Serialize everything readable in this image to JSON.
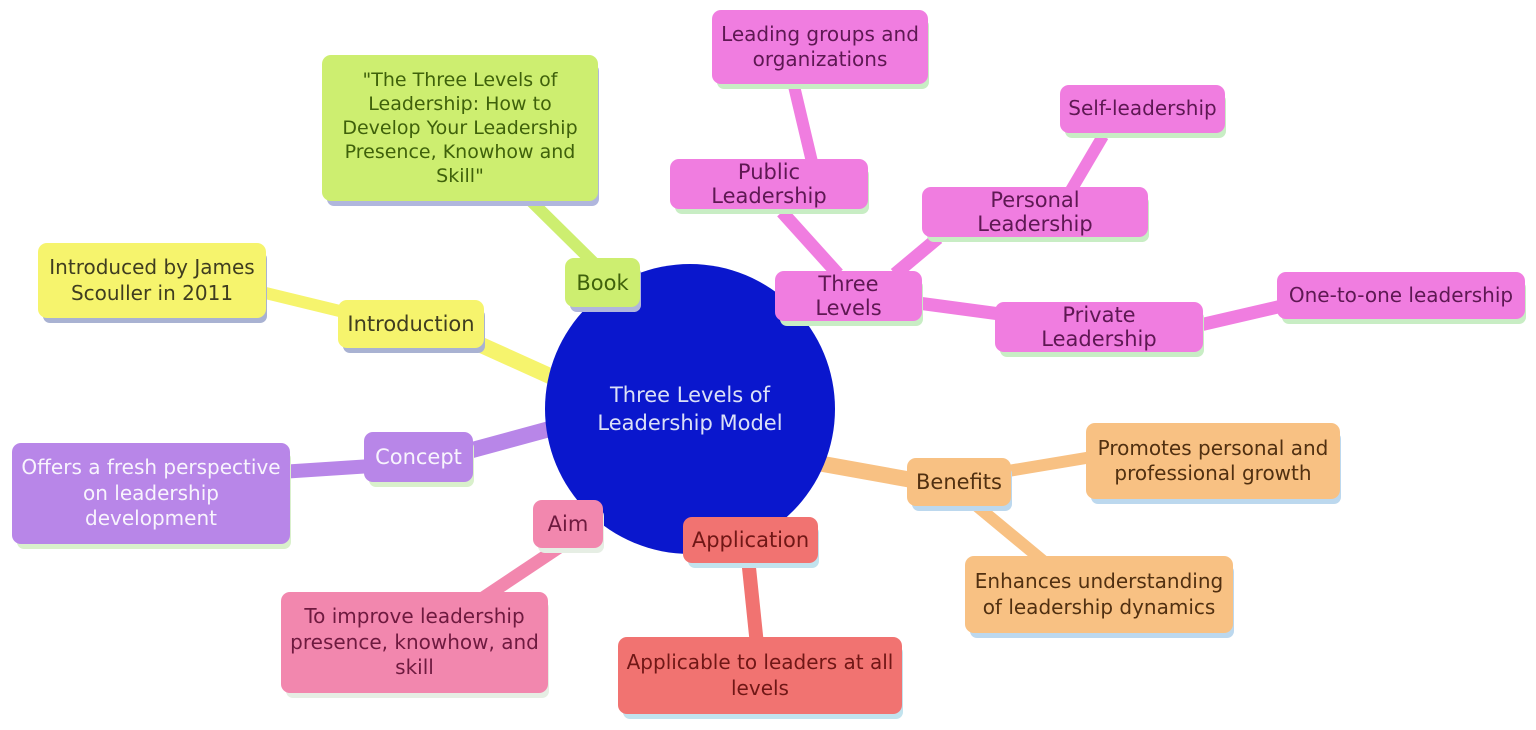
{
  "diagram": {
    "center": {
      "label": "Three Levels of Leadership Model"
    },
    "branches": {
      "book": {
        "label": "Book",
        "color": "#cdee70",
        "detail": "\"The Three Levels of Leadership: How to Develop Your Leadership Presence, Knowhow and Skill\""
      },
      "introduction": {
        "label": "Introduction",
        "color": "#f6f46d",
        "detail": "Introduced by James Scouller in 2011"
      },
      "concept": {
        "label": "Concept",
        "color": "#b886e8",
        "detail": "Offers a fresh perspective on leadership development"
      },
      "aim": {
        "label": "Aim",
        "color": "#f287ae",
        "detail": "To improve leadership presence, knowhow, and skill"
      },
      "application": {
        "label": "Application",
        "color": "#f17371",
        "detail": "Applicable to leaders at all levels"
      },
      "benefits": {
        "label": "Benefits",
        "color": "#f8c183",
        "details": [
          "Promotes personal and professional growth",
          "Enhances understanding of leadership dynamics"
        ]
      },
      "three_levels": {
        "label": "Three Levels",
        "color": "#f07de0",
        "children": {
          "public": {
            "label": "Public Leadership",
            "detail": "Leading groups and organizations"
          },
          "personal": {
            "label": "Personal Leadership",
            "detail": "Self-leadership"
          },
          "private": {
            "label": "Private Leadership",
            "detail": "One-to-one leadership"
          }
        }
      }
    },
    "colors": {
      "center_fill": "#0a17cd",
      "center_text": "#dbe0f7",
      "background": "#ffffff"
    }
  }
}
